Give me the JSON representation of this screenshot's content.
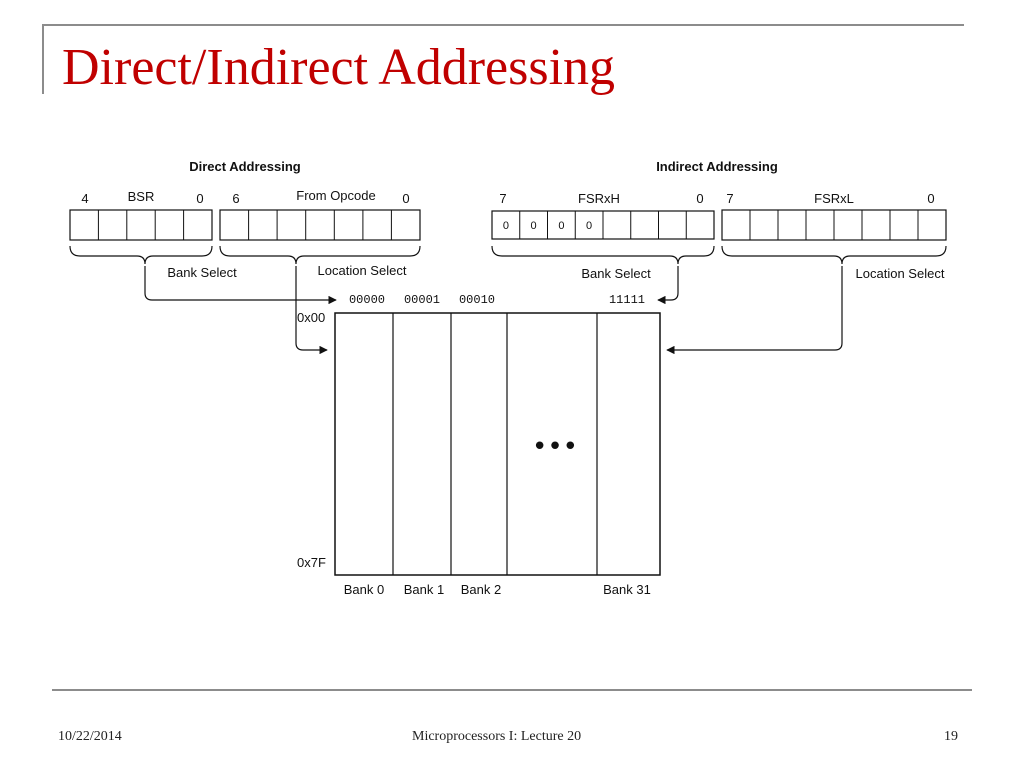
{
  "slide": {
    "title": "Direct/Indirect Addressing",
    "footer_date": "10/22/2014",
    "footer_center": "Microprocessors I: Lecture 20",
    "page_number": "19"
  },
  "diagram": {
    "direct_heading": "Direct Addressing",
    "indirect_heading": "Indirect Addressing",
    "bsr": {
      "name": "BSR",
      "msb": "4",
      "lsb": "0"
    },
    "opcode": {
      "name": "From Opcode",
      "msb": "6",
      "lsb": "0"
    },
    "fsrxh": {
      "name": "FSRxH",
      "msb": "7",
      "lsb": "0",
      "bits": [
        "0",
        "0",
        "0",
        "0"
      ]
    },
    "fsrxl": {
      "name": "FSRxL",
      "msb": "7",
      "lsb": "0"
    },
    "direct_bank_select": "Bank Select",
    "direct_location_select": "Location Select",
    "indirect_bank_select": "Bank Select",
    "indirect_location_select": "Location Select",
    "bank_codes": [
      "00000",
      "00001",
      "00010",
      "11111"
    ],
    "addr_top": "0x00",
    "addr_bottom": "0x7F",
    "ellipsis": "•••",
    "banks": [
      "Bank 0",
      "Bank 1",
      "Bank 2",
      "Bank 31"
    ]
  }
}
